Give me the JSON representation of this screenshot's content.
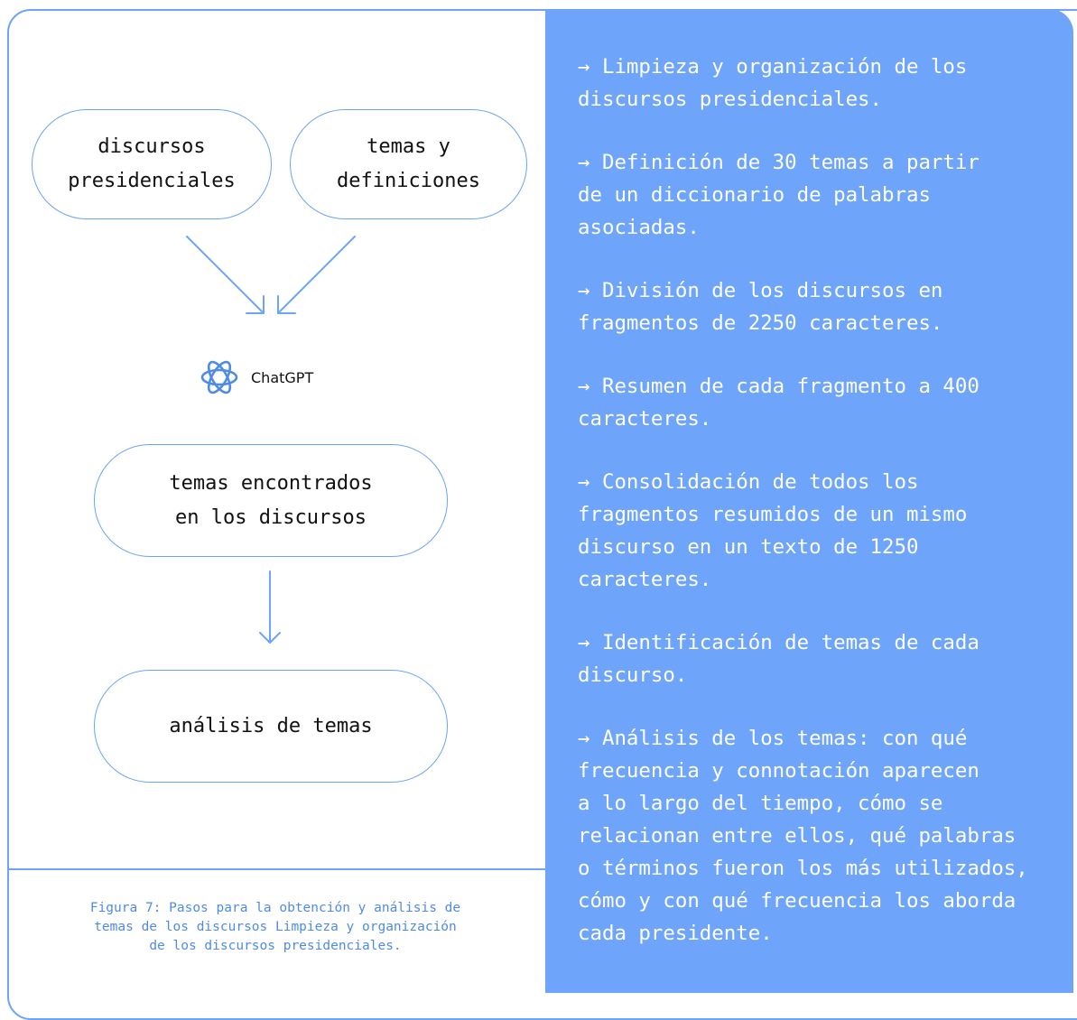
{
  "diagram": {
    "nodes": {
      "discursos": "discursos\npresidenciales",
      "temas_definiciones": "temas y\ndefiniciones",
      "temas_encontrados": "temas encontrados\nen los discursos",
      "analisis": "análisis de temas"
    },
    "tool": {
      "label": "ChatGPT",
      "icon": "openai-logo-icon"
    },
    "caption": "Figura 7: Pasos para la obtención y análisis de\ntemas de los discursos Limpieza y organización\nde los discursos presidenciales."
  },
  "steps": [
    "→ Limpieza y organización de los\ndiscursos presidenciales.",
    "→ Definición de 30 temas a partir\nde un diccionario de palabras\nasociadas.",
    "→ División de los discursos en\nfragmentos de 2250 caracteres.",
    "→ Resumen de cada fragmento a 400\ncaracteres.",
    "→ Consolidación de todos los\nfragmentos resumidos de un mismo\ndiscurso en un texto de 1250\ncaracteres.",
    "→ Identificación de temas de cada\ndiscurso.",
    "→ Análisis de los temas: con qué\nfrecuencia y connotación aparecen\na lo largo del tiempo, cómo se\nrelacionan entre ellos, qué palabras\no términos fueron los más utilizados,\ncómo y con qué frecuencia los aborda\ncada presidente."
  ],
  "colors": {
    "accent": "#6ba4f8",
    "panel": "#6ea5fa",
    "text": "#111111",
    "caption": "#4f8be6"
  }
}
